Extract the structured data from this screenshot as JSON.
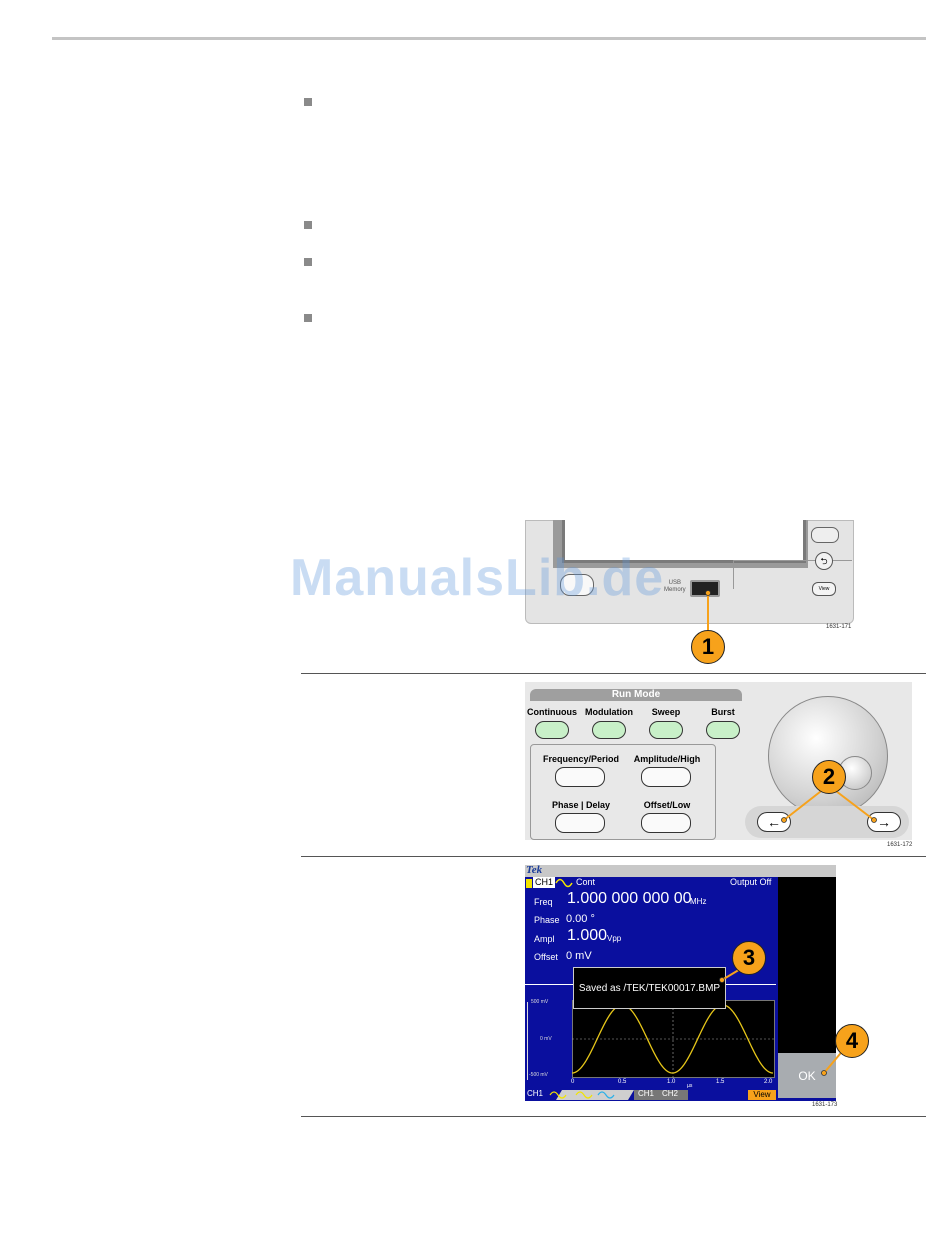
{
  "watermark": "ManualsLib.de",
  "figures": {
    "fig1": {
      "id": "1631-171",
      "callout": "1",
      "usb_label_line1": "USB",
      "usb_label_line2": "Memory",
      "view_button": "View"
    },
    "fig2": {
      "id": "1631-172",
      "callout": "2",
      "run_mode_title": "Run Mode",
      "mode_buttons": [
        "Continuous",
        "Modulation",
        "Sweep",
        "Burst"
      ],
      "param_buttons": [
        "Frequency/Period",
        "Amplitude/High",
        "Phase | Delay",
        "Offset/Low"
      ],
      "left_arrow": "←",
      "right_arrow": "→"
    },
    "fig3": {
      "id": "1631-173",
      "callout_dialog": "3",
      "callout_ok": "4",
      "tek": "Tek",
      "channel": "CH1",
      "mode": "Cont",
      "output_state": "Output Off",
      "freq_label": "Freq",
      "freq_value": "1.000 000 000 00",
      "freq_unit": "MHz",
      "phase_label": "Phase",
      "phase_value": "0.00 °",
      "ampl_label": "Ampl",
      "ampl_value": "1.000",
      "ampl_unit": "Vpp",
      "offset_label": "Offset",
      "offset_value": "0 mV",
      "dialog_text": "Saved as /TEK/TEK00017.BMP",
      "y_ticks": [
        "500 mV",
        "0 mV",
        "-500 mV"
      ],
      "x_ticks": [
        "0",
        "0.5",
        "1.0",
        "1.5",
        "2.0"
      ],
      "x_unit": "µs",
      "tab_ch1": "CH1",
      "tab_ch1b": "CH1",
      "tab_ch2": "CH2",
      "view_tab": "View",
      "ok_label": "OK",
      "waveform_color": "#e6c619"
    }
  }
}
